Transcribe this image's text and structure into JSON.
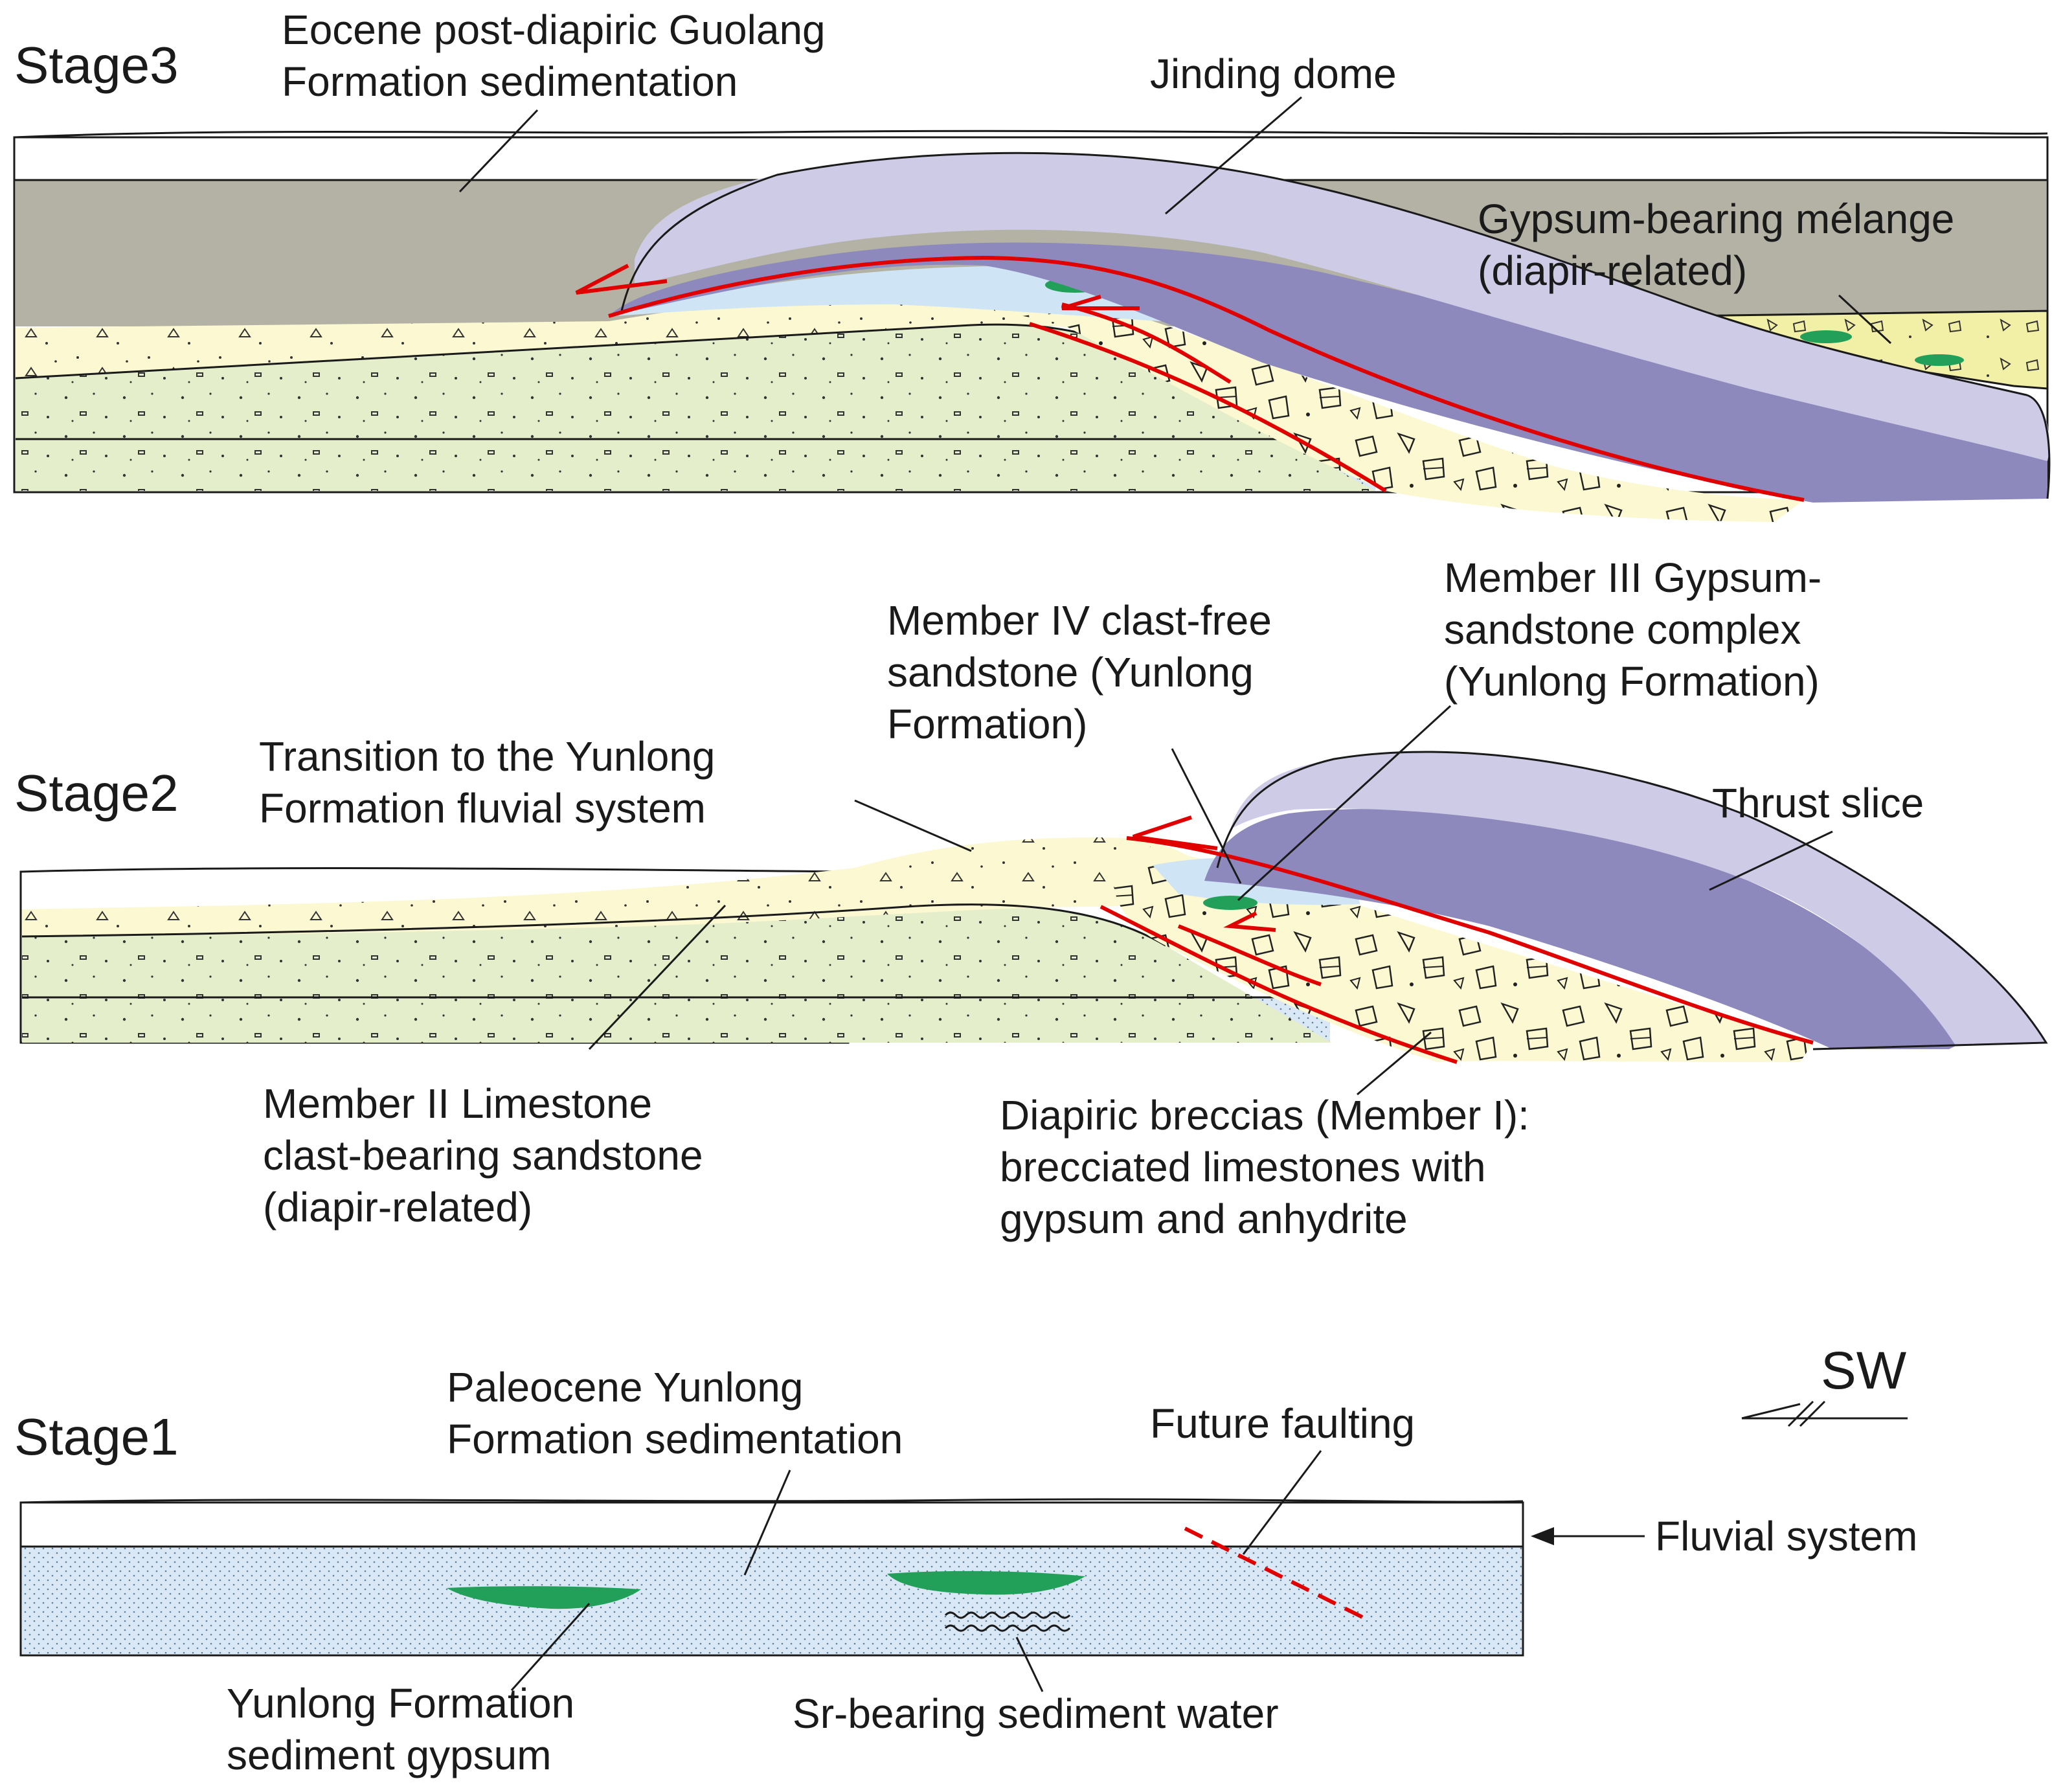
{
  "colors": {
    "limestone_sand": "#fbf8d2",
    "clast_sand": "#e4eecb",
    "yunlong_blue": "#d9e8f4",
    "gypsum_green": "#22a05a",
    "guolang_gray": "#b4b2a4",
    "thrust_dark": "#8e89bd",
    "thrust_light": "#cecbe6",
    "melange_yellow": "#f2f0a6",
    "member4_blue": "#cfe4f4",
    "fault_red": "#e00000"
  },
  "stage3": {
    "title": "Stage3",
    "guolang_line1": "Eocene post-diapiric Guolang",
    "guolang_line2": "Formation sedimentation",
    "jinding": "Jinding dome",
    "melange_line1": "Gypsum-bearing mélange",
    "melange_line2": "(diapir-related)"
  },
  "stage2": {
    "title": "Stage2",
    "member4_line1": "Member IV clast-free",
    "member4_line2": "sandstone (Yunlong",
    "member4_line3": "Formation)",
    "member3_line1": "Member III Gypsum-",
    "member3_line2": "sandstone complex",
    "member3_line3": "(Yunlong Formation)",
    "transition_line1": "Transition to the Yunlong",
    "transition_line2": "Formation fluvial system",
    "thrust": "Thrust slice",
    "member2_line1": "Member II Limestone",
    "member2_line2": "clast-bearing sandstone",
    "member2_line3": "(diapir-related)",
    "breccia_line1": "Diapiric breccias (Member I):",
    "breccia_line2": "brecciated limestones with",
    "breccia_line3": "gypsum and anhydrite"
  },
  "stage1": {
    "title": "Stage1",
    "paleocene_line1": "Paleocene Yunlong",
    "paleocene_line2": "Formation sedimentation",
    "future_faulting": "Future faulting",
    "fluvial": "Fluvial system",
    "gypsum_line1": "Yunlong Formation",
    "gypsum_line2": "sediment gypsum",
    "sr_water": "Sr-bearing sediment water",
    "direction": "SW"
  }
}
